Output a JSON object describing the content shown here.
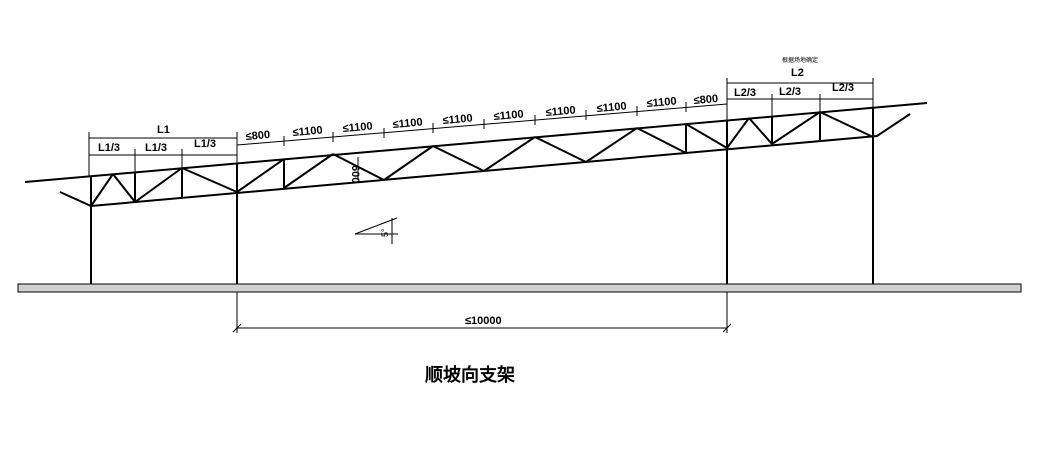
{
  "caption": "顺坡向支架",
  "labels": {
    "l1": "L1",
    "l1_thirds": [
      "L1/3",
      "L1/3",
      "L1/3"
    ],
    "l2": "L2",
    "l2_thirds": [
      "L2/3",
      "L2/3",
      "L2/3"
    ],
    "l2_note": "根据场地确定",
    "top_spans": [
      "≤800",
      "≤1100",
      "≤1100",
      "≤1100",
      "≤1100",
      "≤1100",
      "≤1100",
      "≤1100",
      "≤1100",
      "≤800"
    ],
    "truss_depth": "600",
    "slope": "5°",
    "bottom_span": "≤10000"
  },
  "colors": {
    "line": "#000000",
    "ground": "#d0d0d0"
  }
}
